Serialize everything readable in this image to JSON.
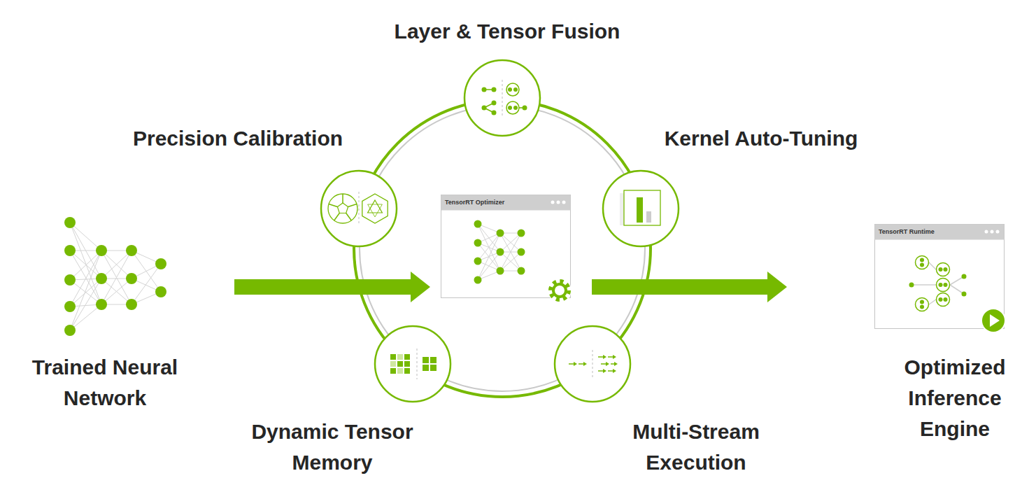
{
  "diagram": {
    "nodes": [
      {
        "text": [
          "Trained Neural Network"
        ]
      },
      {
        "text": [
          "Layer & Tensor Fusion"
        ]
      },
      {
        "text": [
          "Precision Calibration"
        ]
      },
      {
        "text": [
          "Kernel Auto-Tuning"
        ]
      },
      {
        "text": [
          "TensorRT Optimizer"
        ]
      },
      {
        "text": [
          "Dynamic Tensor Memory"
        ]
      },
      {
        "text": [
          "Multi-Stream Execution"
        ]
      },
      {
        "text": [
          "TensorRT Runtime",
          "Optimized Inference Engine"
        ]
      }
    ],
    "edges": [
      {
        "from": 0,
        "to": 4,
        "arrow": "to"
      },
      {
        "from": 4,
        "to": 7,
        "arrow": "to"
      }
    ]
  }
}
